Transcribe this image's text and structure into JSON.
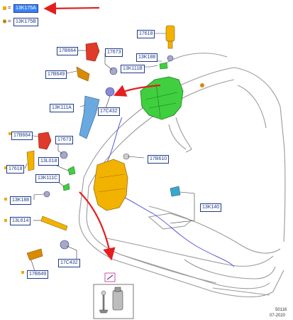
{
  "legend": {
    "items": [
      {
        "symbol": "=",
        "code": "13K175A",
        "selected": true,
        "marker_color": "#f2a900"
      },
      {
        "symbol": "=",
        "code": "13K175B",
        "selected": false,
        "marker_color": "#b8860b"
      }
    ]
  },
  "callouts": {
    "c1": "17618",
    "c2": "17B664",
    "c3": "17673",
    "c4": "13K188",
    "c5": "13K111B",
    "c6": "17B649",
    "c7": "13K111A",
    "c8": "17C432",
    "c9": "17B664",
    "c10": "17673",
    "c11": "13L018",
    "c12": "17B610",
    "c13": "17618",
    "c14": "13K111C",
    "c15": "13K188",
    "c16": "13K140",
    "c17": "13L614",
    "c18": "17C432",
    "c19": "17B649"
  },
  "footer": {
    "figure_id": "50116",
    "date": "07-2020"
  },
  "colors": {
    "label_border": "#1e3a8a",
    "selected_fill": "#3b82f6",
    "highlight_green": "#3fcf3f",
    "highlight_yellow": "#f2b200",
    "part_red": "#e03a2a",
    "part_blue": "#6aa8e0",
    "arrow_red": "#e41e1e"
  }
}
